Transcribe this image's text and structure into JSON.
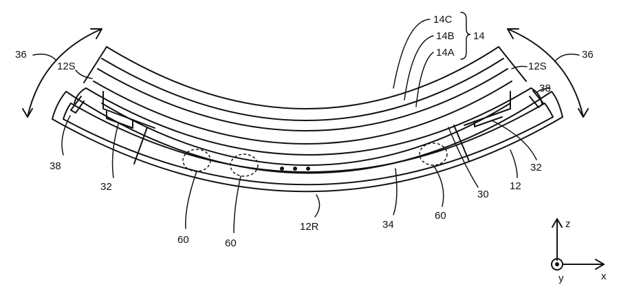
{
  "labels": {
    "left_arrow": "36",
    "right_arrow": "36",
    "strap_left": "12S",
    "strap_right": "12S",
    "layer_c": "14C",
    "layer_b": "14B",
    "layer_a": "14A",
    "layer_group": "14",
    "support_left": "38",
    "support_right": "38",
    "bracket_left": "32",
    "bracket_right": "32",
    "housing": "12",
    "panel": "30",
    "cavity": "34",
    "rear": "12R",
    "sensor_1": "60",
    "sensor_2": "60",
    "sensor_3": "60",
    "axis_z": "z",
    "axis_x": "x",
    "axis_y": "y"
  }
}
